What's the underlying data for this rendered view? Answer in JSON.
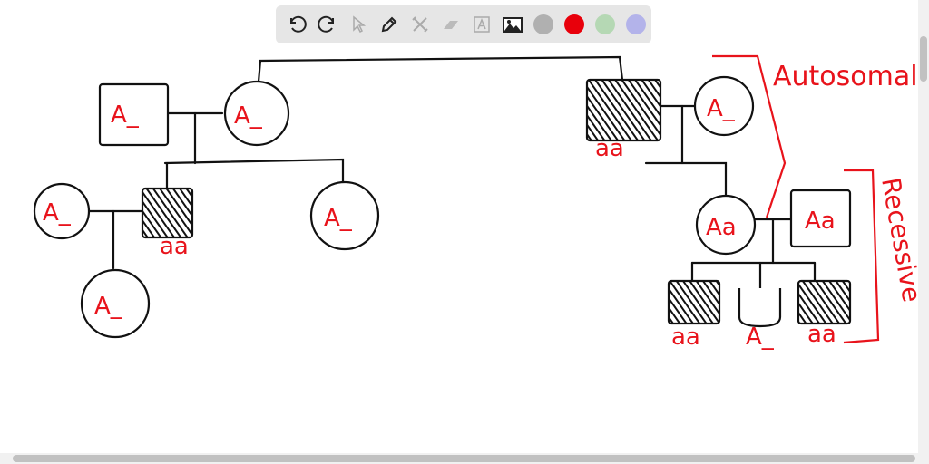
{
  "toolbar": {
    "tools": [
      "undo-icon",
      "redo-icon",
      "select-icon",
      "pen-icon",
      "tools-icon",
      "eraser-icon",
      "text-icon",
      "image-icon"
    ],
    "colors": [
      "#b0b0b0",
      "#e8000b",
      "#b5d8b4",
      "#b3b3ea"
    ]
  },
  "pedigree": {
    "gen1_left_male": "A_",
    "gen1_left_female": "A_",
    "gen1_right_male": "aa",
    "gen1_right_female": "A_",
    "gen2_left_spouse": "A_",
    "gen2_left_affected": "aa",
    "gen2_left_sister": "A_",
    "gen3_left_child": "A_",
    "gen2_right_female": "Aa",
    "gen2_right_male": "Aa",
    "gen3_right_child1": "aa",
    "gen3_right_child2": "A_",
    "gen3_right_child3": "aa"
  },
  "annotations": {
    "autosomal": "Autosomal",
    "recessive": "Recessive"
  },
  "colors": {
    "ink": "#111111",
    "annotation": "#e8131b"
  }
}
